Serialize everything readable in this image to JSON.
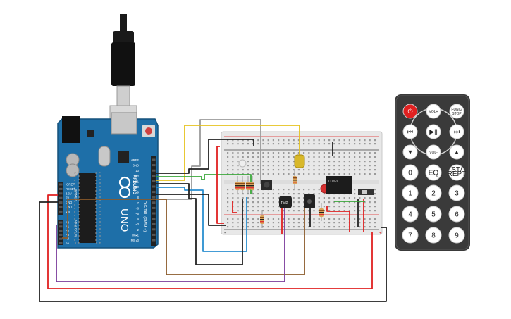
{
  "arduino": {
    "brand": "ARDUINO",
    "model": "UNO",
    "pin_labels": {
      "aref": "AREF",
      "gnd": "GND",
      "d13": "13",
      "d12": "12",
      "d11": "~11",
      "d10": "~10",
      "d9": "~9",
      "d8": "8",
      "d7": "7",
      "d6": "~6",
      "d5": "~5",
      "d4": "4",
      "d3": "~3",
      "d2": "2",
      "tx": "TX ▸1",
      "rx": "RX ◂0",
      "digital": "DIGITAL (PWM ~)",
      "ioref": "IOREF",
      "reset": "RESET",
      "v33": "3.3V",
      "v5": "5V",
      "gnd1": "GND",
      "gnd2": "GND",
      "vin": "Vin",
      "power": "POWER",
      "analog_in": "ANALOG IN",
      "a0": "A0",
      "a1": "A1",
      "a2": "A2",
      "a3": "A3",
      "a4": "A4",
      "a5": "A5"
    }
  },
  "breadboard": {
    "rail_plus": "+",
    "rail_minus": "-"
  },
  "components": {
    "sensor_label": "TMP",
    "relay_label": "LU-5-S"
  },
  "remote": {
    "buttons": [
      {
        "label": "⏻",
        "name": "power-button"
      },
      {
        "label": "VOL+",
        "name": "vol-up-button"
      },
      {
        "label": "FUNC/\nSTOP",
        "name": "func-stop-button"
      },
      {
        "label": "⏮",
        "name": "prev-button"
      },
      {
        "label": "▶||",
        "name": "play-pause-button"
      },
      {
        "label": "⏭",
        "name": "next-button"
      },
      {
        "label": "▼",
        "name": "down-button"
      },
      {
        "label": "VOL-",
        "name": "vol-down-button"
      },
      {
        "label": "▲",
        "name": "up-button"
      },
      {
        "label": "0",
        "name": "digit-0-button"
      },
      {
        "label": "EQ",
        "name": "eq-button"
      },
      {
        "label": "ST/\nREPT",
        "name": "st-rept-button"
      },
      {
        "label": "1",
        "name": "digit-1-button"
      },
      {
        "label": "2",
        "name": "digit-2-button"
      },
      {
        "label": "3",
        "name": "digit-3-button"
      },
      {
        "label": "4",
        "name": "digit-4-button"
      },
      {
        "label": "5",
        "name": "digit-5-button"
      },
      {
        "label": "6",
        "name": "digit-6-button"
      },
      {
        "label": "7",
        "name": "digit-7-button"
      },
      {
        "label": "8",
        "name": "digit-8-button"
      },
      {
        "label": "9",
        "name": "digit-9-button"
      }
    ]
  },
  "colors": {
    "board_blue": "#1e6fa8",
    "wire_red": "#e02020",
    "wire_black": "#222222",
    "wire_yellow": "#e6c21e",
    "wire_green": "#3aa83a",
    "wire_blue": "#2a8fd0",
    "wire_gray": "#9a9a9a",
    "wire_purple": "#7a3a9a",
    "wire_brown": "#8a5a2a",
    "remote_body": "#3a3a3a",
    "power_red": "#e02020"
  }
}
